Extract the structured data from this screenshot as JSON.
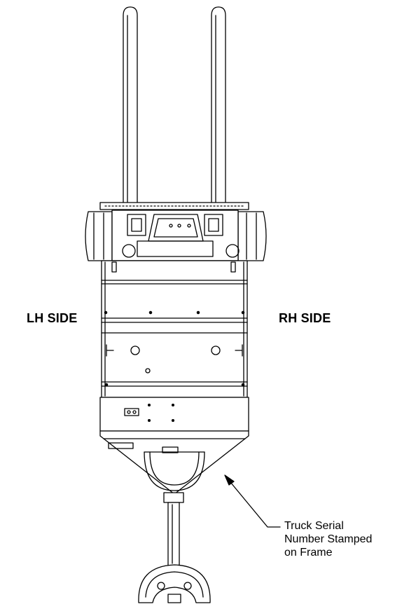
{
  "labels": {
    "lh_side": "LH SIDE",
    "rh_side": "RH SIDE"
  },
  "callout": {
    "line1": "Truck Serial",
    "line2": "Number Stamped",
    "line3": "on Frame"
  }
}
